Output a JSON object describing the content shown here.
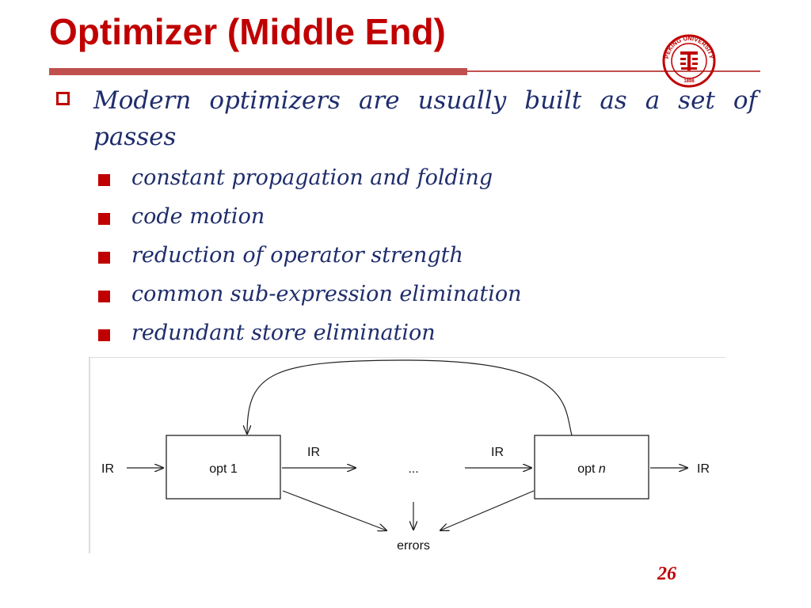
{
  "slide": {
    "title": "Optimizer (Middle End)",
    "page_number": "26"
  },
  "colors": {
    "title": "#c00000",
    "rule": "#c0504d",
    "body_text": "#1f2d6b",
    "bullet": "#c00000"
  },
  "logo": {
    "icon": "peking-university-seal-icon",
    "text": "PEKING UNIVERSITY",
    "year": "1898"
  },
  "bullet": {
    "text": "Modern optimizers are usually built as a set of passes",
    "sub_items": [
      {
        "label": "constant propagation and folding"
      },
      {
        "label": "code motion"
      },
      {
        "label": "reduction of operator strength"
      },
      {
        "label": "common sub-expression elimination"
      },
      {
        "label": "redundant store elimination"
      }
    ]
  },
  "diagram": {
    "input_label": "IR",
    "box1_label": "opt 1",
    "mid_label_left": "IR",
    "ellipsis": "...",
    "mid_label_right": "IR",
    "boxn_prefix": "opt ",
    "boxn_var": "n",
    "output_label": "IR",
    "errors_label": "errors"
  }
}
